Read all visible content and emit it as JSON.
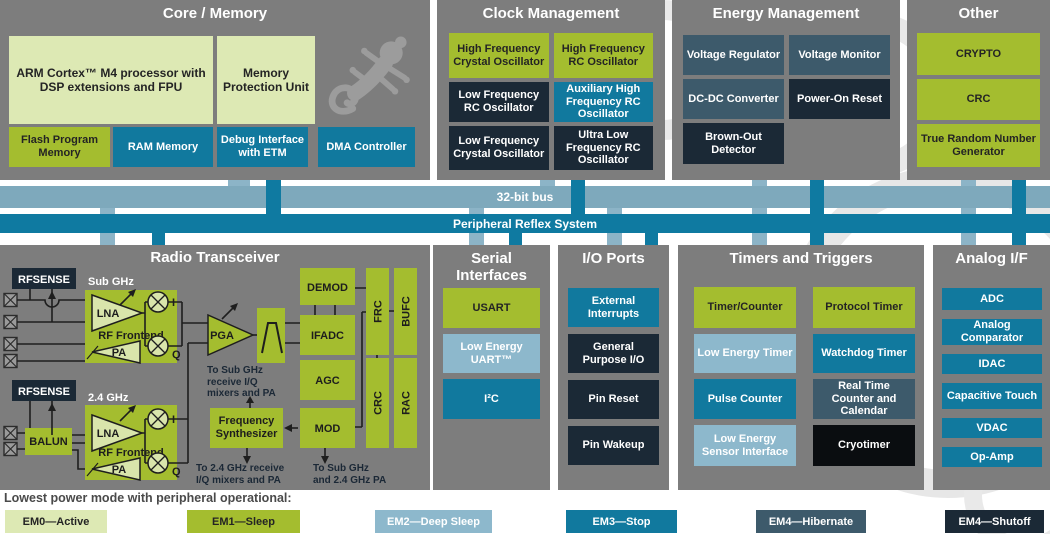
{
  "palette": {
    "panel_gray": "#7d7d7d",
    "em0_active": "#dde9b4",
    "em1_sleep": "#a4bd2f",
    "em2_deep_sleep": "#8db8cc",
    "em3_stop": "#11799e",
    "em4_hibernate": "#3d5a6b",
    "em4_shutoff": "#1b2936",
    "cryotimer_black": "#0a0d10",
    "bus_32bit": "#7ea9bc",
    "bus_prs": "#0f7aa1",
    "light_green_shapes": "#d9e5ab"
  },
  "buses": {
    "bus32": "32-bit bus",
    "prs": "Peripheral Reflex System"
  },
  "panels": {
    "core_memory": {
      "title": "Core / Memory",
      "boxes": [
        {
          "label": "ARM Cortex™ M4 processor with DSP extensions and FPU"
        },
        {
          "label": "Memory Protection Unit"
        },
        {
          "label": "Flash Program Memory"
        },
        {
          "label": "RAM Memory"
        },
        {
          "label": "Debug Interface with ETM"
        },
        {
          "label": "DMA Controller"
        }
      ]
    },
    "clock": {
      "title": "Clock Management",
      "boxes": [
        {
          "label": "High Frequency Crystal Oscillator"
        },
        {
          "label": "High Frequency RC Oscillator"
        },
        {
          "label": "Low Frequency RC Oscillator"
        },
        {
          "label": "Auxiliary High Frequency RC Oscillator"
        },
        {
          "label": "Low Frequency Crystal Oscillator"
        },
        {
          "label": "Ultra Low Frequency RC Oscillator"
        }
      ]
    },
    "energy": {
      "title": "Energy Management",
      "boxes": [
        {
          "label": "Voltage Regulator"
        },
        {
          "label": "Voltage Monitor"
        },
        {
          "label": "DC-DC Converter"
        },
        {
          "label": "Power-On Reset"
        },
        {
          "label": "Brown-Out Detector"
        }
      ]
    },
    "other": {
      "title": "Other",
      "boxes": [
        {
          "label": "CRYPTO"
        },
        {
          "label": "CRC"
        },
        {
          "label": "True Random Number Generator"
        }
      ]
    },
    "serial": {
      "title": "Serial Interfaces",
      "boxes": [
        {
          "label": "USART"
        },
        {
          "label": "Low Energy UART™"
        },
        {
          "label": "I²C"
        }
      ]
    },
    "io_ports": {
      "title": "I/O Ports",
      "boxes": [
        {
          "label": "External Interrupts"
        },
        {
          "label": "General Purpose I/O"
        },
        {
          "label": "Pin Reset"
        },
        {
          "label": "Pin Wakeup"
        }
      ]
    },
    "timers": {
      "title": "Timers and Triggers",
      "boxes": [
        {
          "label": "Timer/Counter"
        },
        {
          "label": "Protocol Timer"
        },
        {
          "label": "Low Energy Timer"
        },
        {
          "label": "Watchdog Timer"
        },
        {
          "label": "Pulse Counter"
        },
        {
          "label": "Real Time Counter and Calendar"
        },
        {
          "label": "Low Energy Sensor Interface"
        },
        {
          "label": "Cryotimer"
        }
      ]
    },
    "analog": {
      "title": "Analog I/F",
      "boxes": [
        {
          "label": "ADC"
        },
        {
          "label": "Analog Comparator"
        },
        {
          "label": "IDAC"
        },
        {
          "label": "Capacitive Touch"
        },
        {
          "label": "VDAC"
        },
        {
          "label": "Op-Amp"
        }
      ]
    }
  },
  "radio": {
    "title": "Radio Transceiver",
    "rfsense": "RFSENSE",
    "sub_ghz": "Sub GHz",
    "ghz24": "2.4 GHz",
    "lna": "LNA",
    "pa": "PA",
    "rf_frontend": "RF Frontend",
    "balun": "BALUN",
    "pga": "PGA",
    "demod": "DEMOD",
    "ifadc": "IFADC",
    "agc": "AGC",
    "mod": "MOD",
    "frc": "FRC",
    "bufc": "BUFC",
    "crc": "CRC",
    "rac": "RAC",
    "freq_synth": [
      "Frequency",
      "Synthesizer"
    ],
    "i_label": "I",
    "q_label": "Q",
    "note_sub_rx": [
      "To Sub GHz",
      "receive I/Q",
      "mixers and PA"
    ],
    "note_24_rx": [
      "To 2.4 GHz receive",
      "I/Q mixers and PA"
    ],
    "note_pa": [
      "To Sub GHz",
      "and 2.4 GHz PA"
    ]
  },
  "legend": {
    "label": "Lowest power mode with peripheral operational:",
    "items": [
      {
        "label": "EM0—Active",
        "color": "#dde9b4"
      },
      {
        "label": "EM1—Sleep",
        "color": "#a4bd2f"
      },
      {
        "label": "EM2—Deep Sleep",
        "color": "#8db8cc"
      },
      {
        "label": "EM3—Stop",
        "color": "#11799e"
      },
      {
        "label": "EM4—Hibernate",
        "color": "#3d5a6b"
      },
      {
        "label": "EM4—Shutoff",
        "color": "#1b2936"
      }
    ]
  }
}
